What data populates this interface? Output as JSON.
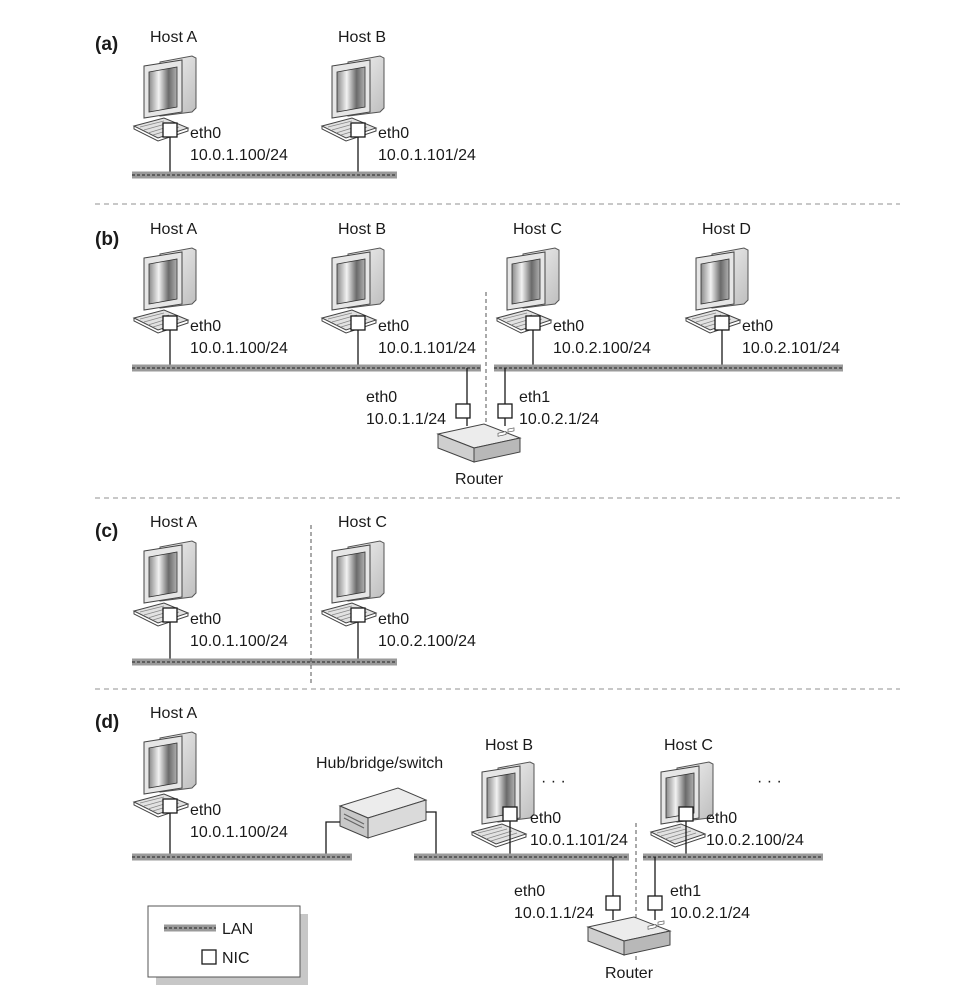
{
  "panels": {
    "a": {
      "label": "(a)"
    },
    "b": {
      "label": "(b)"
    },
    "c": {
      "label": "(c)"
    },
    "d": {
      "label": "(d)"
    }
  },
  "hosts": {
    "a_host_a": {
      "name": "Host A",
      "iface": "eth0",
      "ip": "10.0.1.100/24"
    },
    "a_host_b": {
      "name": "Host B",
      "iface": "eth0",
      "ip": "10.0.1.101/24"
    },
    "b_host_a": {
      "name": "Host A",
      "iface": "eth0",
      "ip": "10.0.1.100/24"
    },
    "b_host_b": {
      "name": "Host B",
      "iface": "eth0",
      "ip": "10.0.1.101/24"
    },
    "b_host_c": {
      "name": "Host C",
      "iface": "eth0",
      "ip": "10.0.2.100/24"
    },
    "b_host_d": {
      "name": "Host D",
      "iface": "eth0",
      "ip": "10.0.2.101/24"
    },
    "c_host_a": {
      "name": "Host A",
      "iface": "eth0",
      "ip": "10.0.1.100/24"
    },
    "c_host_c": {
      "name": "Host C",
      "iface": "eth0",
      "ip": "10.0.2.100/24"
    },
    "d_host_a": {
      "name": "Host A",
      "iface": "eth0",
      "ip": "10.0.1.100/24"
    },
    "d_host_b": {
      "name": "Host B",
      "iface": "eth0",
      "ip": "10.0.1.101/24"
    },
    "d_host_c": {
      "name": "Host C",
      "iface": "eth0",
      "ip": "10.0.2.100/24"
    }
  },
  "routers": {
    "b": {
      "name": "Router",
      "if0": "eth0",
      "ip0": "10.0.1.1/24",
      "if1": "eth1",
      "ip1": "10.0.2.1/24"
    },
    "d": {
      "name": "Router",
      "if0": "eth0",
      "ip0": "10.0.1.1/24",
      "if1": "eth1",
      "ip1": "10.0.2.1/24"
    }
  },
  "switch": {
    "name": "Hub/bridge/switch"
  },
  "ellipsis": "· · ·",
  "legend": {
    "lan": "LAN",
    "nic": "NIC"
  },
  "colors": {
    "lan": "#9a9a9a",
    "separator": "#b5b5b5",
    "device_body": "#d9d9d9"
  }
}
